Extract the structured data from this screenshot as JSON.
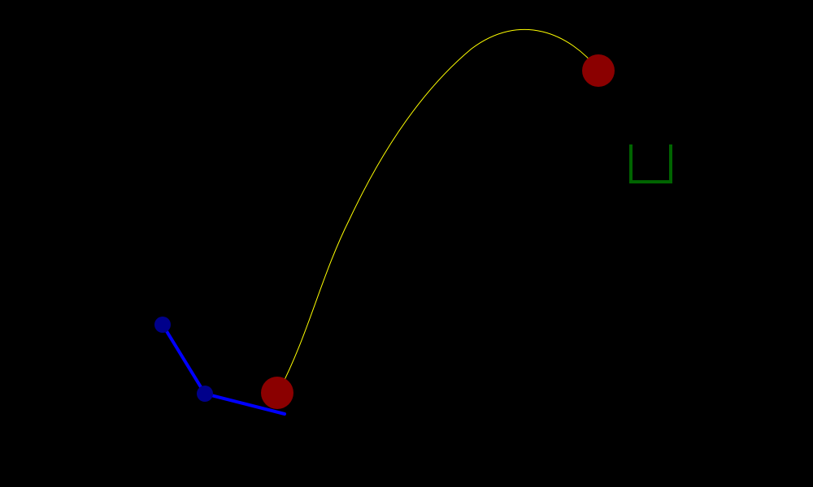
{
  "scene": {
    "background": "#000000",
    "arm_color": "#0000ff",
    "joint_color": "#00008b",
    "ball_color": "#8b0000",
    "trajectory_color": "#ffff00",
    "goal_color": "#006400",
    "elements": [
      "robot-arm",
      "ball-start",
      "ball-current",
      "trajectory",
      "goal-basket"
    ]
  }
}
